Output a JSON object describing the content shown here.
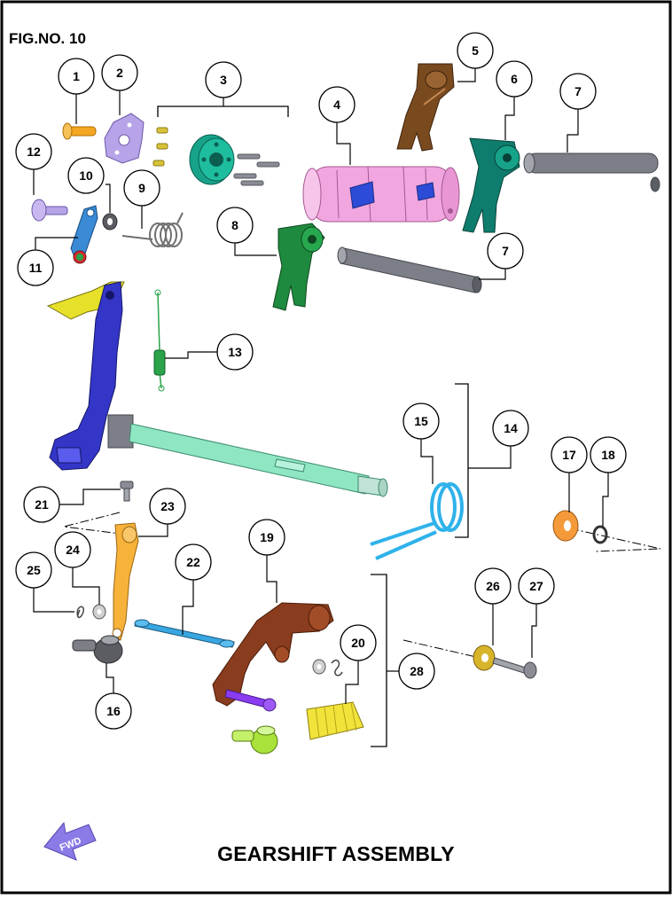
{
  "figure": {
    "number_label": "FIG.NO. 10",
    "title": "GEARSHIFT ASSEMBLY",
    "direction_label": "FWD"
  },
  "colors": {
    "border": "#000000",
    "pin_orange": "#f5a623",
    "stopper_lavender": "#b7a3e8",
    "drum_pink": "#f2a6df",
    "fork_brown": "#7a4a1f",
    "fork_teal": "#0f7d6e",
    "fork_green": "#1e8a3f",
    "shaft_gray": "#7d7f88",
    "shift_arm_blue": "#3436c8",
    "shift_shaft_mint": "#8fe6c3",
    "spring_blue": "#2fb2ea",
    "washer_orange": "#f59a3a",
    "lever_yellow_orange": "#f7b23a",
    "rod_blue": "#39a6e0",
    "arm_brown": "#8a3c1e",
    "boot_yellow": "#f1e33a",
    "joint_lime": "#a8e23a",
    "pin_purple": "#8a3cf0"
  },
  "callouts": [
    {
      "n": "1"
    },
    {
      "n": "2"
    },
    {
      "n": "3"
    },
    {
      "n": "4"
    },
    {
      "n": "5"
    },
    {
      "n": "6"
    },
    {
      "n": "7"
    },
    {
      "n": "7"
    },
    {
      "n": "8"
    },
    {
      "n": "9"
    },
    {
      "n": "10"
    },
    {
      "n": "11"
    },
    {
      "n": "12"
    },
    {
      "n": "13"
    },
    {
      "n": "14"
    },
    {
      "n": "15"
    },
    {
      "n": "16"
    },
    {
      "n": "17"
    },
    {
      "n": "18"
    },
    {
      "n": "19"
    },
    {
      "n": "20"
    },
    {
      "n": "21"
    },
    {
      "n": "22"
    },
    {
      "n": "23"
    },
    {
      "n": "24"
    },
    {
      "n": "25"
    },
    {
      "n": "26"
    },
    {
      "n": "27"
    },
    {
      "n": "28"
    }
  ]
}
